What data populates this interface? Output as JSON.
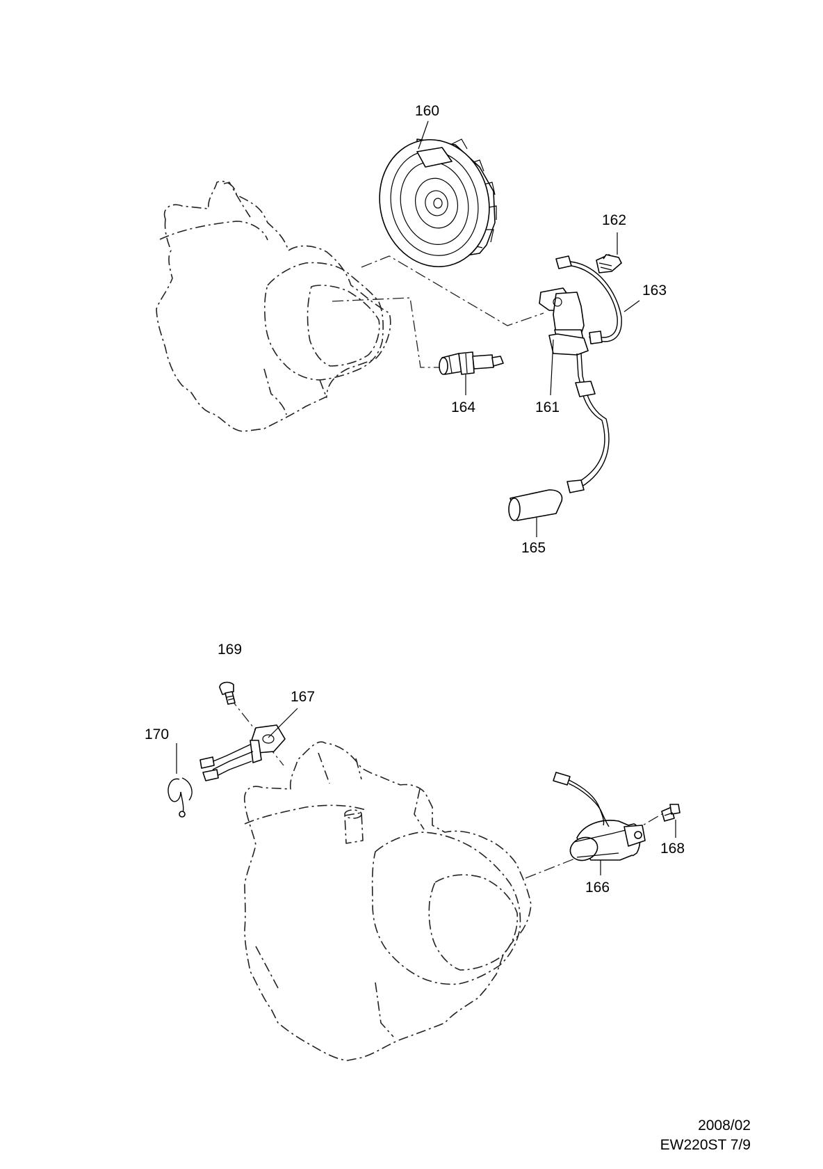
{
  "callouts": {
    "p160": "160",
    "p161": "161",
    "p162": "162",
    "p163": "163",
    "p164": "164",
    "p165": "165",
    "p166": "166",
    "p167": "167",
    "p168": "168",
    "p169": "169",
    "p170": "170"
  },
  "footer": {
    "date": "2008/02",
    "page": "EW220ST 7/9"
  }
}
